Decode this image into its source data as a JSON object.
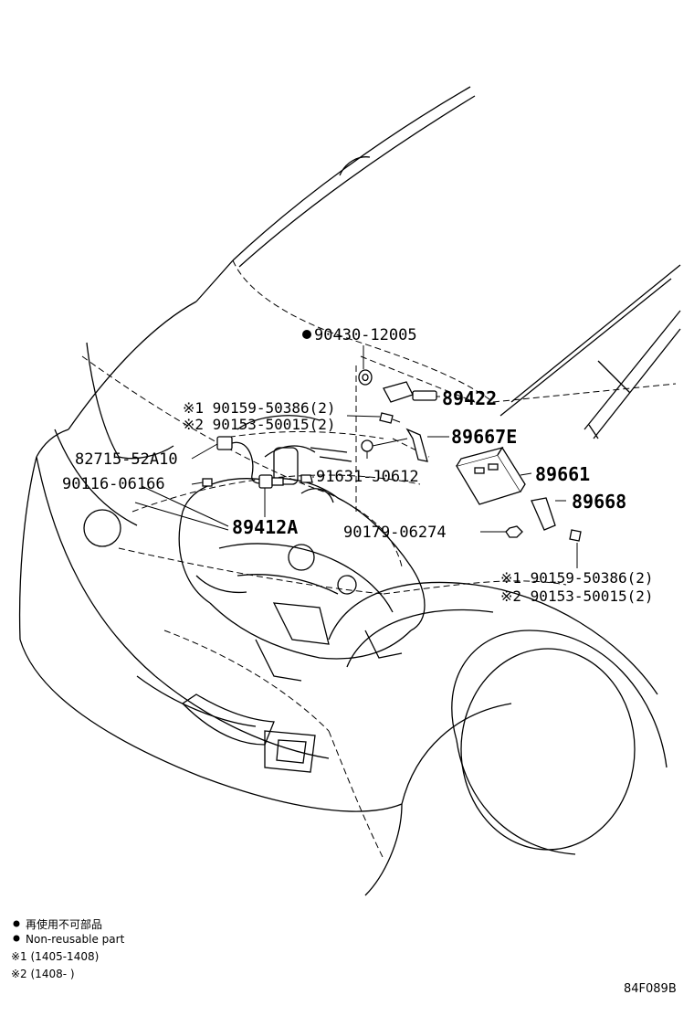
{
  "labels": {
    "p_90430": "90430-12005",
    "p_89422": "89422",
    "p_note1a": "※1 90159-50386(2)",
    "p_note2a": "※2 90153-50015(2)",
    "p_89667E": "89667E",
    "p_82715": "82715-52A10",
    "p_90116": "90116-06166",
    "p_91631": "91631-J0612",
    "p_89661": "89661",
    "p_89668": "89668",
    "p_89412A": "89412A",
    "p_90179": "90179-06274",
    "p_note1b": "※1 90159-50386(2)",
    "p_note2b": "※2 90153-50015(2)"
  },
  "legend": {
    "line1": "再使用不可部品",
    "line2": "Non-reusable part",
    "line3": "※1 (1405-1408)",
    "line4": "※2 (1408-      )"
  },
  "diagram_code": "84F089B"
}
